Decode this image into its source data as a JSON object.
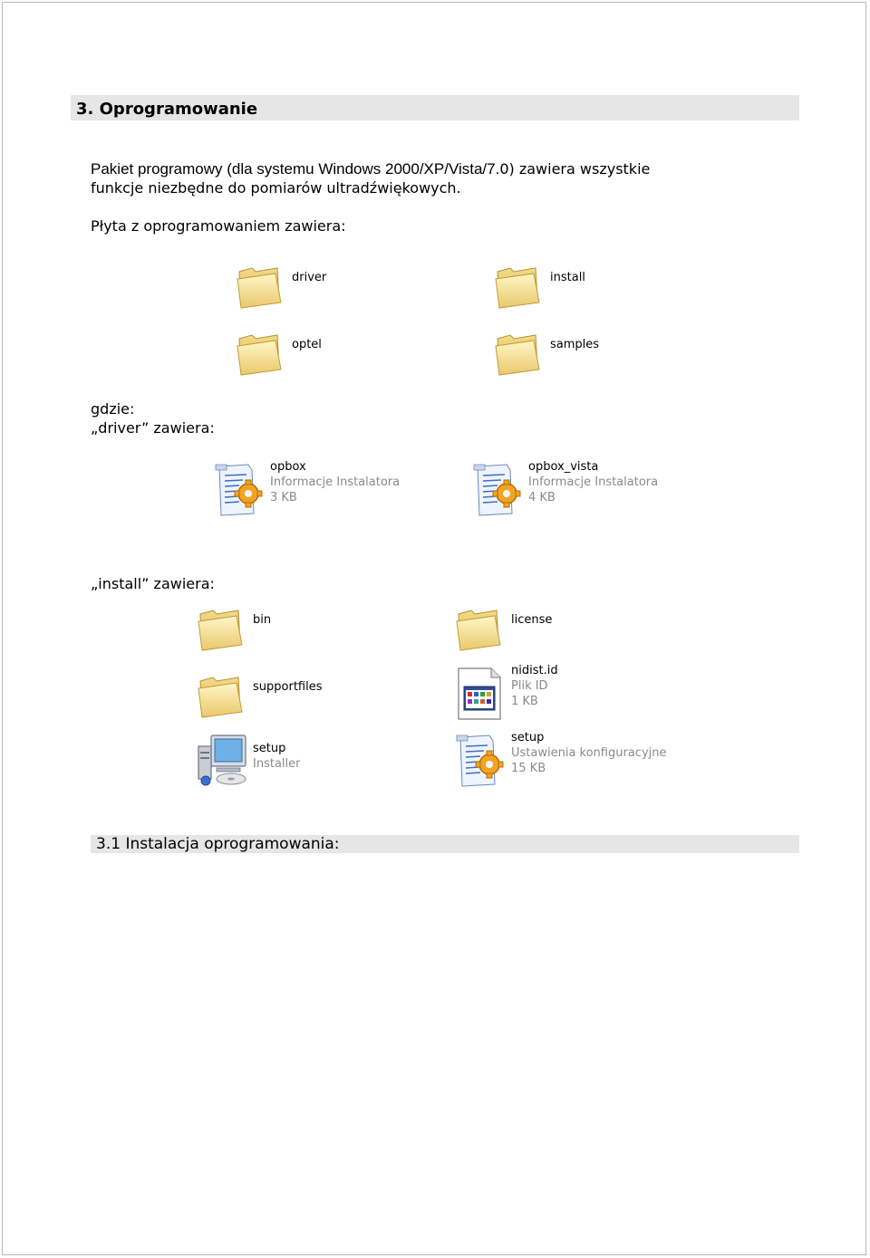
{
  "heading": "3. Oprogramowanie",
  "intro": {
    "line1_a": "Pakiet programowy (dla systemu Windows 2000/XP/Vista/7.",
    "line1_b": "0) zawiera wszystkie",
    "line2": "funkcje niezbędne do pomiarów ultradźwiękowych."
  },
  "cd_contents": "Płyta z oprogramowaniem zawiera:",
  "cd_folders": [
    "driver",
    "install",
    "optel",
    "samples"
  ],
  "gdzie": "gdzie:",
  "driver_title": "„driver” zawiera:",
  "driver_files": [
    {
      "name": "opbox",
      "type": "Informacje Instalatora",
      "size": "3 KB",
      "icon": "installer-info-icon"
    },
    {
      "name": "opbox_vista",
      "type": "Informacje Instalatora",
      "size": "4 KB",
      "icon": "installer-info-icon"
    }
  ],
  "install_title": "„install” zawiera:",
  "install_items": [
    {
      "name": "bin",
      "icon": "folder-icon"
    },
    {
      "name": "license",
      "icon": "folder-icon"
    },
    {
      "name": "supportfiles",
      "icon": "folder-icon"
    },
    {
      "name": "nidist.id",
      "type": "Plik ID",
      "size": "1 KB",
      "icon": "id-file-icon"
    },
    {
      "name": "setup",
      "type": "Installer",
      "icon": "installer-computer-icon"
    },
    {
      "name": "setup",
      "type": "Ustawienia konfiguracyjne",
      "size": "15 KB",
      "icon": "config-settings-icon"
    }
  ],
  "section_3_1": "3.1 Instalacja oprogramowania:"
}
